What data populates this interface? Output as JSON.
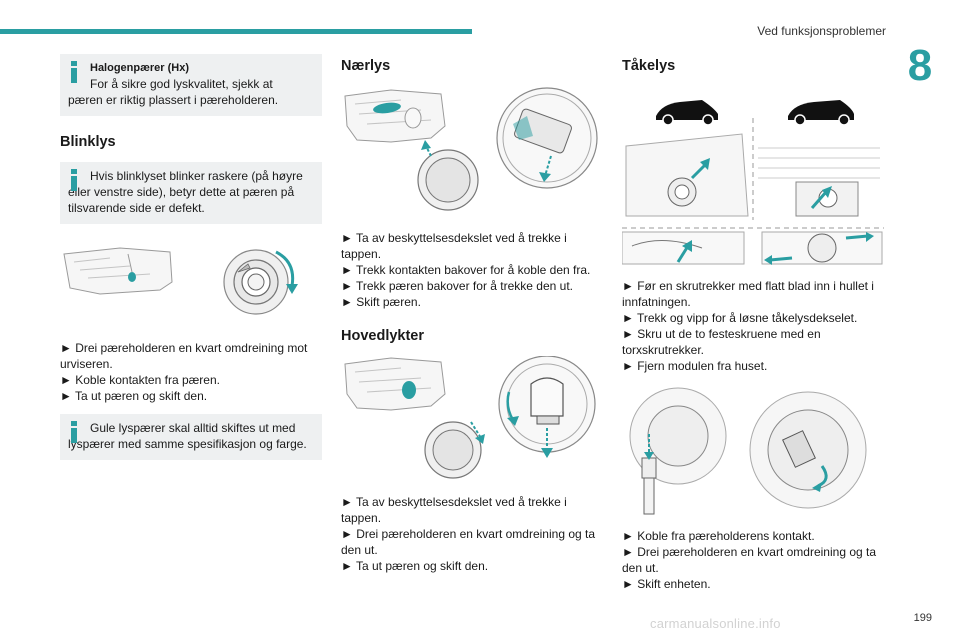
{
  "header": {
    "section_title": "Ved funksjonsproblemer",
    "chapter": "8"
  },
  "footer": {
    "page_number": "199",
    "watermark": "carmanualsonline.info"
  },
  "col1": {
    "note1": {
      "title": "Halogenpærer (Hx)",
      "text": "For å sikre god lyskvalitet, sjekk at pæren er riktig plassert i pæreholderen."
    },
    "heading": "Blinklys",
    "note2": {
      "text": "Hvis blinklyset blinker raskere (på høyre eller venstre side), betyr dette at pæren på tilsvarende side er defekt."
    },
    "steps": [
      "► Drei pæreholderen en kvart omdreining mot urviseren.",
      "► Koble kontakten fra pæren.",
      "► Ta ut pæren og skift den."
    ],
    "note3": {
      "text": "Gule lyspærer skal alltid skiftes ut med lyspærer med samme spesifikasjon og farge."
    }
  },
  "col2": {
    "heading1": "Nærlys",
    "steps1": [
      "► Ta av beskyttelsesdekslet ved å trekke i tappen.",
      "► Trekk kontakten bakover for å koble den fra.",
      "► Trekk pæren bakover for å trekke den ut.",
      "► Skift pæren."
    ],
    "heading2": "Hovedlykter",
    "steps2": [
      "► Ta av beskyttelsesdekslet ved å trekke i tappen.",
      "► Drei pæreholderen en kvart omdreining og ta den ut.",
      "► Ta ut pæren og skift den."
    ]
  },
  "col3": {
    "heading": "Tåkelys",
    "steps1": [
      "► Før en skrutrekker med flatt blad inn i hullet i innfatningen.",
      "► Trekk og vipp for å løsne tåkelysdekselet.",
      "► Skru ut de to festeskruene med en torxskrutrekker.",
      "► Fjern modulen fra huset."
    ],
    "steps2": [
      "► Koble fra pæreholderens kontakt.",
      "► Drei pæreholderen en kvart omdreining og ta den ut.",
      "► Skift enheten."
    ]
  },
  "colors": {
    "accent": "#2a9ea2",
    "note_bg": "#eef0f1",
    "arrow": "#2a9ea2"
  }
}
